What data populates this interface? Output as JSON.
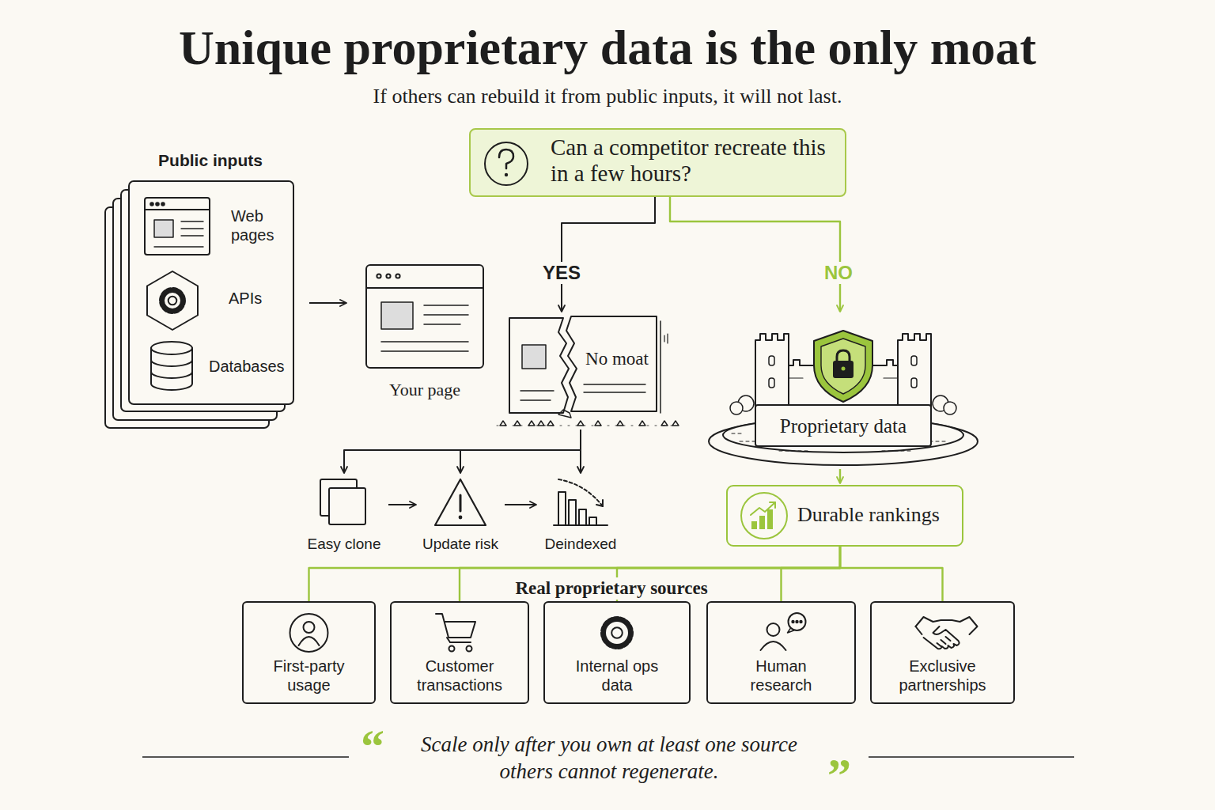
{
  "diagram": {
    "title": "Unique proprietary data is the only moat",
    "caption": "Scale only after you own at least one source others cannot regenerate.",
    "nodes": [
      {
        "text": [
          "Public inputs",
          "Web pages",
          "APIs",
          "Databases"
        ]
      },
      {
        "text": [
          "Your page"
        ]
      },
      {
        "text": [
          "Can a competitor recreate this in a few hours?"
        ]
      },
      {
        "text": [
          "No moat"
        ]
      },
      {
        "text": [
          "Proprietary data"
        ]
      },
      {
        "text": [
          "Durable rankings"
        ]
      },
      {
        "text": [
          "Easy clone"
        ]
      },
      {
        "text": [
          "Update risk"
        ]
      },
      {
        "text": [
          "Deindexed"
        ]
      },
      {
        "text": [
          "First-party usage"
        ]
      },
      {
        "text": [
          "Customer transactions"
        ]
      },
      {
        "text": [
          "Internal ops data"
        ]
      },
      {
        "text": [
          "Human research"
        ]
      },
      {
        "text": [
          "Exclusive partnerships"
        ]
      }
    ],
    "edges": [
      {
        "from": 0,
        "to": 1,
        "arrow": "to"
      },
      {
        "from": 2,
        "to": 3,
        "label": "YES",
        "arrow": "to"
      },
      {
        "from": 2,
        "to": 4,
        "label": "NO",
        "arrow": "to"
      },
      {
        "from": 3,
        "to": 6,
        "arrow": "to"
      },
      {
        "from": 3,
        "to": 7,
        "arrow": "to"
      },
      {
        "from": 3,
        "to": 8,
        "arrow": "to"
      },
      {
        "from": 6,
        "to": 7,
        "arrow": "to"
      },
      {
        "from": 7,
        "to": 8,
        "arrow": "to"
      },
      {
        "from": 4,
        "to": 5,
        "arrow": "to"
      },
      {
        "from": 5,
        "to": 9,
        "arrow": "none"
      },
      {
        "from": 5,
        "to": 10,
        "arrow": "none"
      },
      {
        "from": 5,
        "to": 11,
        "arrow": "none"
      },
      {
        "from": 5,
        "to": 12,
        "arrow": "none"
      },
      {
        "from": 5,
        "to": 13,
        "arrow": "none"
      }
    ],
    "labels": [
      "If others can rebuild it from public inputs, it will not last.",
      "Real proprietary sources",
      "“",
      "”"
    ]
  }
}
